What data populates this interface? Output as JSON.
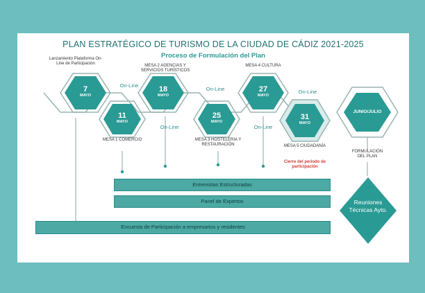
{
  "title": "PLAN ESTRATÉGICO DE TURISMO DE LA CIUDAD DE CÁDIZ 2021-2025",
  "subtitle": "Proceso de Formulación del Plan",
  "colors": {
    "hex_fill": "#2a9a94",
    "hex_outline": "#9ab3b3",
    "bar_fill": "#4ca9a4",
    "accent_text": "#1f6f73",
    "alert_red": "#d23b3b",
    "frame_bg": "#6dbfbf"
  },
  "milestones": [
    {
      "num": "7",
      "month": "MAYO",
      "label": "Lanzamiento Plataforma On-Line de Participación"
    },
    {
      "num": "11",
      "month": "MAYO",
      "label": "MESA 1 COMERCIO"
    },
    {
      "num": "18",
      "month": "MAYO",
      "label": "MESA 2 AGENCIAS Y SERVICIOS TURÍSTICOS"
    },
    {
      "num": "25",
      "month": "MAYO",
      "label": "MESA 3 HOSTELERIA Y RESTAURACIÓN"
    },
    {
      "num": "27",
      "month": "MAYO",
      "label": "MESA 4 CULTURA"
    },
    {
      "num": "31",
      "month": "MAYO",
      "label": "MESA 5 CIUDADANÍA"
    }
  ],
  "final_hex": {
    "label": "JUNIO/JULIO",
    "caption": "FORMULACIÓN DEL PLAN"
  },
  "online_label": "On-Line",
  "closing_note": "Cierre del periodo de participación",
  "bars": {
    "entrevistas": "Entrevistas Estructuradas",
    "panel": "Panel de Expertos",
    "encuesta": "Encuesta de Participación a empresarios y residentes"
  },
  "reuniones": "Reuniones Técnicas Ayto."
}
